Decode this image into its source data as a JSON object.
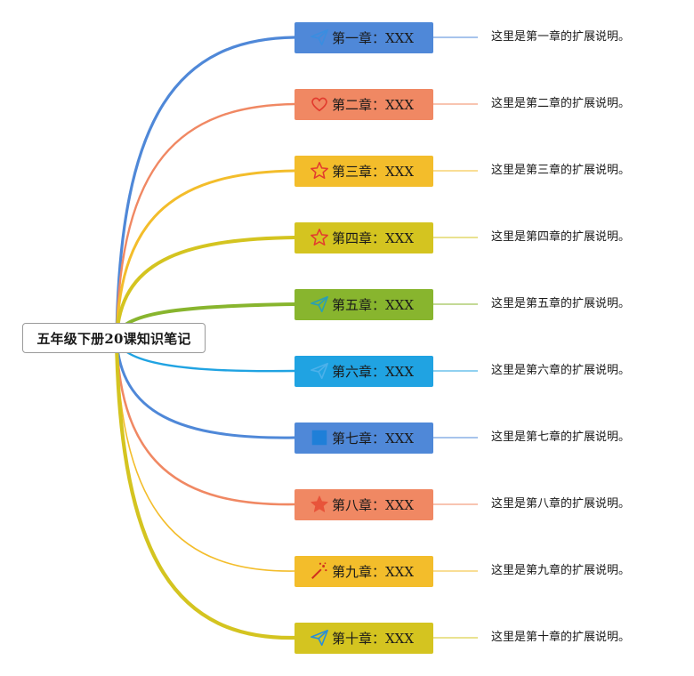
{
  "root": {
    "title": "五年级下册20课知识笔记"
  },
  "chapters": [
    {
      "label": "第一章：XXX",
      "note": "这里是第一章的扩展说明。",
      "color": "#4f88d8",
      "icon": "paper-plane-icon"
    },
    {
      "label": "第二章：XXX",
      "note": "这里是第二章的扩展说明。",
      "color": "#f08863",
      "icon": "heart-icon"
    },
    {
      "label": "第三章：XXX",
      "note": "这里是第三章的扩展说明。",
      "color": "#f3bd2b",
      "icon": "star-outline-icon"
    },
    {
      "label": "第四章：XXX",
      "note": "这里是第四章的扩展说明。",
      "color": "#d4c420",
      "icon": "star-outline-icon"
    },
    {
      "label": "第五章：XXX",
      "note": "这里是第五章的扩展说明。",
      "color": "#88b52e",
      "icon": "paper-plane-icon"
    },
    {
      "label": "第六章：XXX",
      "note": "这里是第六章的扩展说明。",
      "color": "#20a3e2",
      "icon": "paper-plane-icon"
    },
    {
      "label": "第七章：XXX",
      "note": "这里是第七章的扩展说明。",
      "color": "#4f88d8",
      "icon": "square-icon"
    },
    {
      "label": "第八章：XXX",
      "note": "这里是第八章的扩展说明。",
      "color": "#f08863",
      "icon": "star-filled-icon"
    },
    {
      "label": "第九章：XXX",
      "note": "这里是第九章的扩展说明。",
      "color": "#f3bd2b",
      "icon": "magic-wand-icon"
    },
    {
      "label": "第十章：XXX",
      "note": "这里是第十章的扩展说明。",
      "color": "#d4c420",
      "icon": "paper-plane-icon"
    }
  ]
}
